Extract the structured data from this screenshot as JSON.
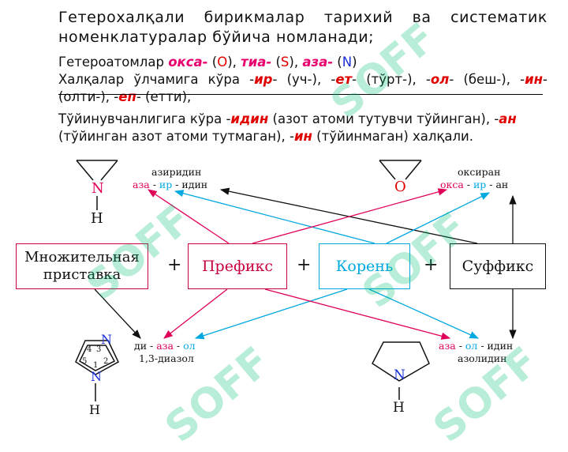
{
  "para1": "Гетерохалқали бирикмалар тарихий ва систематик номенклатуралар бўйича номланади;",
  "hetero": {
    "label": "Гетероатомлар ",
    "oksa": "окса-",
    "o_open": " (",
    "o": "O",
    "o_close": "), ",
    "tia": "тиа-",
    "s_open": " (",
    "s": "S",
    "s_close": "), ",
    "aza": "аза-",
    "n_open": " (",
    "n": "N",
    "n_close": ")"
  },
  "size": {
    "label": "Халқалар ўлчамига кўра -",
    "ir": "ир",
    "ir_t": "- (уч-), -",
    "et": "ет",
    "et_t": "- (тўрт-), -",
    "ol": "ол",
    "ol_t": "- (беш-), -",
    "in": "ин",
    "in_t": "- (олти-), -",
    "ep": "еп",
    "ep_t": "- (етти),"
  },
  "sat": {
    "label": "Тўйинувчанлигига кўра -",
    "idin": "идин",
    "idin_t": " (азот атоми тутувчи тўйинган), -",
    "an": "ан",
    "an_t": " (тўйинган азот атоми тутмаган), -",
    "in": "ин",
    "in_t": " (тўйинмаган) халқали."
  },
  "diagram": {
    "boxes": {
      "multiplier": "Множительная приставка",
      "prefix": "Префикс",
      "root": "Корень",
      "suffix": "Суффикс"
    },
    "plus": "+",
    "aziridine": {
      "name": "азиридин",
      "p1": "аза",
      "d1": " - ",
      "p2": "ир",
      "d2": " - ",
      "p3": "идин",
      "atom_n": "N",
      "atom_h": "H"
    },
    "oxirane": {
      "name": "оксиран",
      "p1": "окса",
      "d1": " - ",
      "p2": "ир",
      "d2": " - ",
      "p3": "ан",
      "atom_o": "O"
    },
    "diazole": {
      "p1": "ди",
      "d1": " - ",
      "p2": "аза",
      "d2": " - ",
      "p3": "ол",
      "name": "1,3-диазол",
      "atom_n": "N",
      "atom_h": "H",
      "nums": [
        "4",
        "3",
        "5",
        "1",
        "2"
      ]
    },
    "azolidine": {
      "p1": "аза",
      "d1": " - ",
      "p2": "ол",
      "d2": " - ",
      "p3": "идин",
      "name": "азолидин",
      "atom_n": "N",
      "atom_h": "H"
    }
  },
  "watermark": "SOFF",
  "colors": {
    "magenta": "#e0005a",
    "cyan": "#00a8e0",
    "red": "#e00000",
    "blue": "#1b2fd6",
    "black": "#111111"
  }
}
